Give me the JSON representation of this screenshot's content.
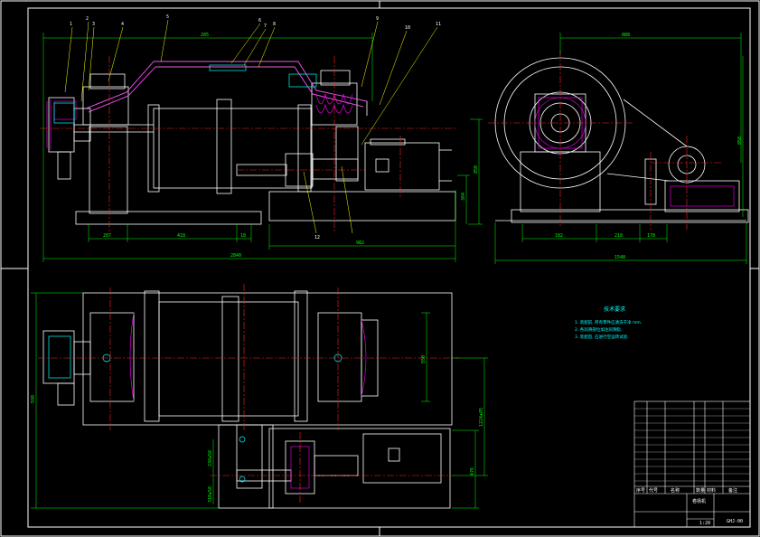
{
  "drawing": {
    "title": "",
    "colors": {
      "background": "#000000",
      "outline": "#ffffff",
      "dimension": "#00ff00",
      "centerline": "#ff2020",
      "hatch": "#ff00ff",
      "note": "#00ffff",
      "leader": "#ffff00"
    }
  },
  "front_view": {
    "dims": {
      "top_span": "285",
      "overall_length": "2840",
      "seg_a": "287",
      "seg_b": "418",
      "seg_c": "18",
      "drive_width": "982",
      "height_total": "850",
      "height_base": "384"
    },
    "callouts": [
      "1",
      "2",
      "3",
      "4",
      "5",
      "6",
      "7",
      "8",
      "9",
      "10",
      "11",
      "12"
    ]
  },
  "side_view": {
    "dims": {
      "top_width": "888",
      "overall_width": "1548",
      "seg_a": "182",
      "seg_b": "218",
      "seg_c": "178",
      "height": "850"
    }
  },
  "plan_view": {
    "dims": {
      "overall_height": "598",
      "drum_width": "550",
      "depth_a": "1224±85",
      "depth_b": "476",
      "offset_a": "238±58",
      "offset_b": "310±58"
    }
  },
  "notes": {
    "heading": "技术要求",
    "lines": [
      "1. 装配前, 所有零件应清洗干净 mm.",
      "2. 各润滑部位加注润滑脂.",
      "3. 装配后, 应进行空运转试验."
    ]
  },
  "title_block": {
    "company": "",
    "drawing_name": "卷扬机",
    "drawing_no": "GHJ-00",
    "scale": "1:20",
    "labels": [
      "序号",
      "代号",
      "名称",
      "数量",
      "材料",
      "备注"
    ]
  }
}
